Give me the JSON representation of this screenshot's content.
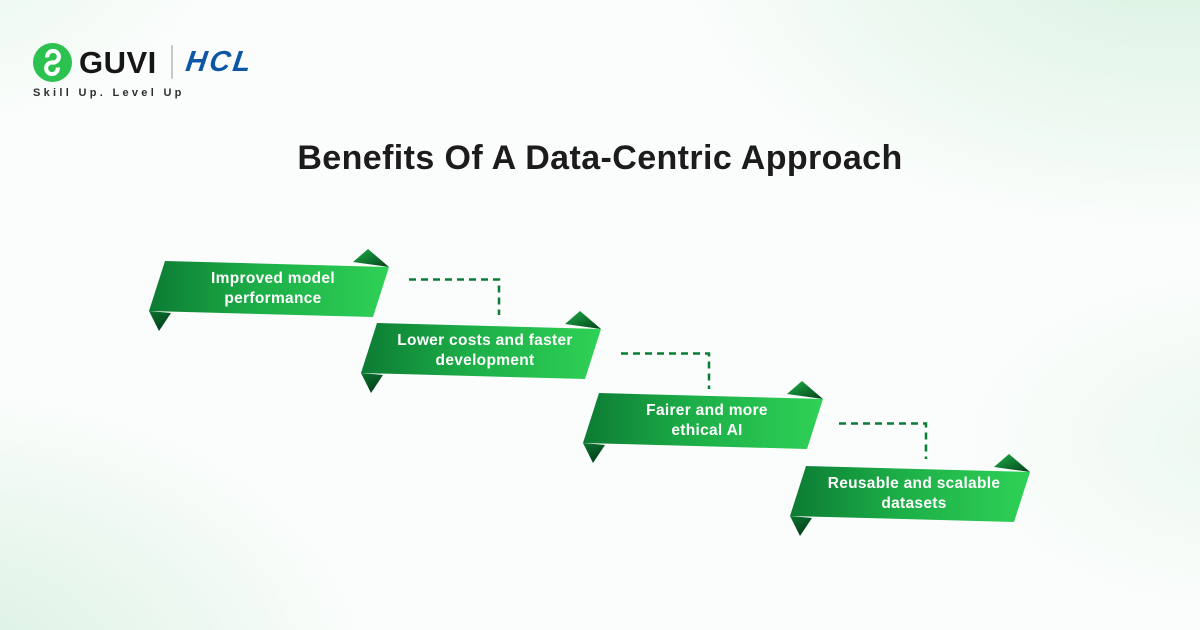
{
  "header": {
    "guvi_label": "GUVI",
    "hcl_label": "HCL",
    "tagline": "Skill Up. Level Up",
    "colors": {
      "guvi_green": "#2bc250",
      "hcl_blue": "#0d57a5",
      "guvi_text": "#161616",
      "tagline_text": "#2e2e2e"
    }
  },
  "title": {
    "text": "Benefits Of A Data-Centric Approach",
    "color": "#1c1c1c"
  },
  "diagram": {
    "type": "stepped-ribbon-list",
    "ribbon_gradient": {
      "from": "#0c7b33",
      "mid": "#1cae47",
      "to": "#2fd156"
    },
    "fold_color_dark": "#023f18",
    "connector_color": "#077d35",
    "steps": [
      {
        "label": "Improved model\nperformance"
      },
      {
        "label": "Lower costs and faster\ndevelopment"
      },
      {
        "label": "Fairer and more\nethical AI"
      },
      {
        "label": "Reusable and scalable\ndatasets"
      }
    ]
  }
}
